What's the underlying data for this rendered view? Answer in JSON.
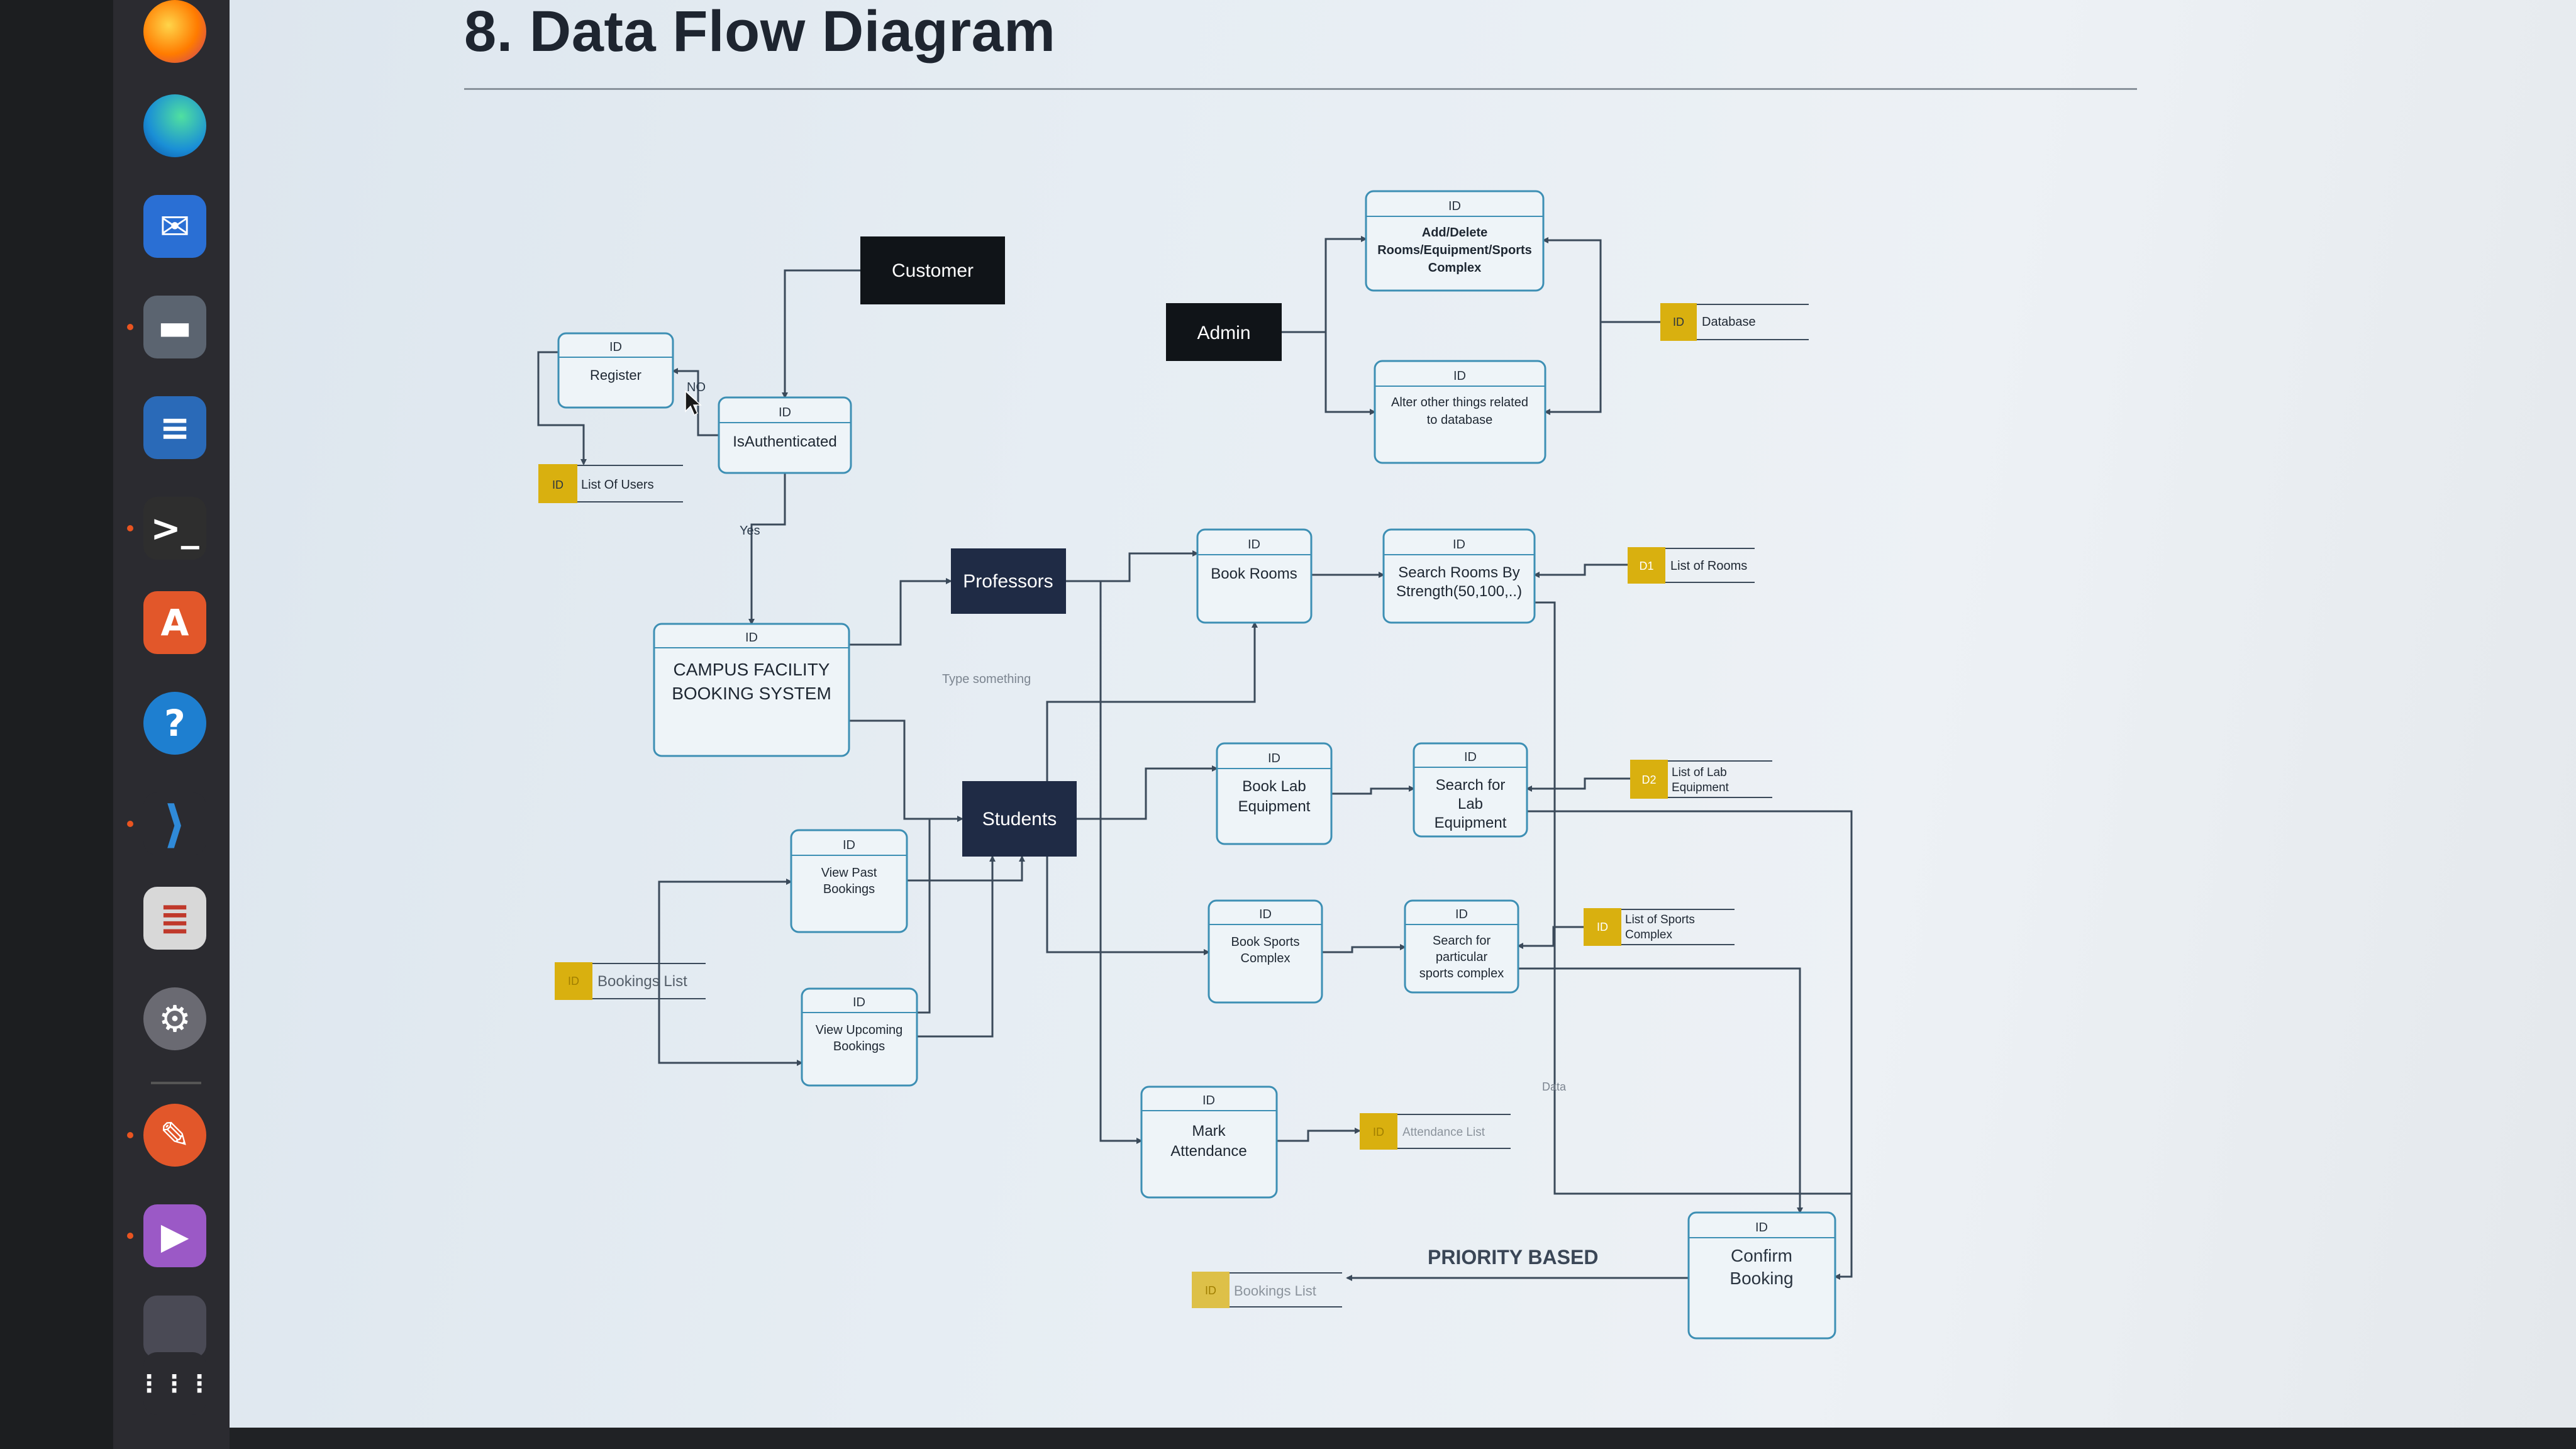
{
  "page": {
    "title": "8. Data Flow Diagram"
  },
  "dock": {
    "items": [
      {
        "name": "firefox-icon",
        "glyph": "",
        "color": "#e66000"
      },
      {
        "name": "edge-icon",
        "glyph": "",
        "color": "#1a8fd6"
      },
      {
        "name": "thunderbird-icon",
        "glyph": "✉",
        "color": "#2a6fd4"
      },
      {
        "name": "files-icon",
        "glyph": "▬",
        "color": "#5b6470"
      },
      {
        "name": "writer-icon",
        "glyph": "≡",
        "color": "#2a6ab8"
      },
      {
        "name": "terminal-icon",
        "glyph": ">_",
        "color": "#2e2e2e"
      },
      {
        "name": "app-center-icon",
        "glyph": "A",
        "color": "#e2572a"
      },
      {
        "name": "help-icon",
        "glyph": "?",
        "color": "#1e7fd0"
      },
      {
        "name": "vscode-icon",
        "glyph": "⟩",
        "color": "#2b2b30"
      },
      {
        "name": "document-viewer-icon",
        "glyph": "≣",
        "color": "#d8d8d8"
      },
      {
        "name": "settings-icon",
        "glyph": "⚙",
        "color": "#6a6a72"
      },
      {
        "name": "drawing-icon",
        "glyph": "✎",
        "color": "#e2572a"
      },
      {
        "name": "media-player-icon",
        "glyph": "▶",
        "color": "#9b59c6"
      },
      {
        "name": "drive-icon",
        "glyph": "",
        "color": "#4a4a55"
      },
      {
        "name": "show-apps-icon",
        "glyph": "⋮⋮⋮",
        "color": "#2b2b30"
      }
    ]
  },
  "diagram": {
    "entities": {
      "customer": "Customer",
      "admin": "Admin",
      "professors": "Professors",
      "students": "Students"
    },
    "processes": {
      "id_label": "ID",
      "register": "Register",
      "is_authenticated": "IsAuthenticated",
      "add_delete": [
        "Add/Delete",
        "Rooms/Equipment/Sports",
        "Complex"
      ],
      "alter_other": [
        "Alter other things related",
        "to database"
      ],
      "campus_facility": [
        "CAMPUS FACILITY",
        "BOOKING SYSTEM"
      ],
      "book_rooms": "Book Rooms",
      "search_rooms": [
        "Search Rooms By",
        "Strength(50,100,..)"
      ],
      "book_lab": [
        "Book Lab",
        "Equipment"
      ],
      "search_lab": [
        "Search for",
        "Lab",
        "Equipment"
      ],
      "book_sports": [
        "Book Sports",
        "Complex"
      ],
      "search_sports": [
        "Search for",
        "particular",
        "sports complex"
      ],
      "view_past": [
        "View Past",
        "Bookings"
      ],
      "view_upcoming": [
        "View Upcoming",
        "Bookings"
      ],
      "mark_attendance": [
        "Mark",
        "Attendance"
      ],
      "confirm_booking": [
        "Confirm",
        "Booking"
      ]
    },
    "stores": {
      "list_of_users": {
        "id": "ID",
        "label": "List Of Users"
      },
      "database": {
        "id": "ID",
        "label": "Database"
      },
      "list_of_rooms": {
        "id": "D1",
        "label": "List of Rooms"
      },
      "list_of_lab": {
        "id": "D2",
        "label": [
          "List of Lab",
          "Equipment"
        ]
      },
      "list_of_sports": {
        "id": "ID",
        "label": [
          "List of Sports",
          "Complex"
        ]
      },
      "bookings_list_left": {
        "id": "ID",
        "label": "Bookings List"
      },
      "attendance_list": {
        "id": "ID",
        "label": "Attendance List"
      },
      "bookings_list_bottom": {
        "id": "ID",
        "label": "Bookings List"
      }
    },
    "flow_labels": {
      "no": "NO",
      "yes": "Yes",
      "type_something": "Type something",
      "data": "Data",
      "priority_based": "PRIORITY BASED"
    }
  },
  "colors": {
    "entity_dark": "#101418",
    "entity_navy": "#1f2b45",
    "process_border": "#3d8fb4",
    "store_fill": "#d9b00f",
    "line": "#3b4a5a"
  }
}
